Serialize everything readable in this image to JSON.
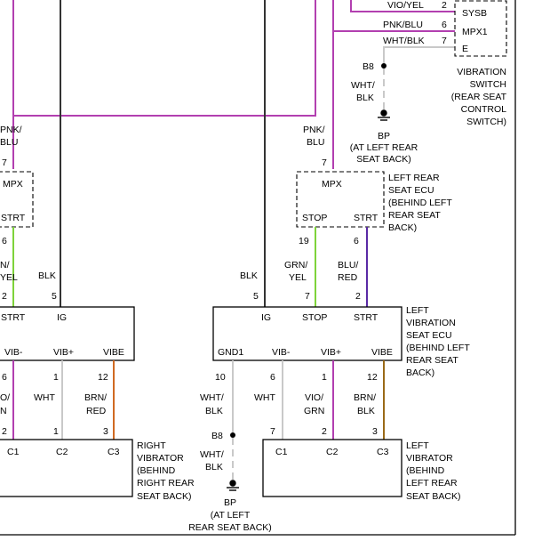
{
  "wires": {
    "vio_yel": "VIO/YEL",
    "pnk_blu": "PNK/BLU",
    "wht_blk": "WHT/BLK",
    "pnk_blu_left": "PNK/",
    "pnk_blu_left2": "BLU",
    "pnk_blu_mid": "PNK/",
    "pnk_blu_mid2": "BLU",
    "blk": "BLK",
    "grn_yel_1": "N/",
    "grn_yel_2": "YEL",
    "grn_yel_c1": "GRN/",
    "grn_yel_c2": "YEL",
    "blu_red_1": "BLU/",
    "blu_red_2": "RED",
    "wht": "WHT",
    "brn_red_1": "BRN/",
    "brn_red_2": "RED",
    "vio_grn_left_1": "O/",
    "vio_grn_left_2": "N",
    "vio_grn_1": "VIO/",
    "vio_grn_2": "GRN",
    "brn_blk_1": "BRN/",
    "brn_blk_2": "BLK",
    "wht_blk_a": "WHT/",
    "wht_blk_b": "BLK"
  },
  "pins": {
    "p2": "2",
    "p6": "6",
    "p7": "7",
    "p5": "5",
    "p19": "19",
    "p1": "1",
    "p12": "12",
    "p3": "3",
    "p10": "10",
    "b8": "B8"
  },
  "switch": {
    "terms": [
      "SYSB",
      "MPX1",
      "E"
    ],
    "label": [
      "VIBRATION",
      "SWITCH",
      "(REAR SEAT",
      "CONTROL",
      "SWITCH)"
    ]
  },
  "ground": {
    "bp": "BP",
    "loc1": "(AT LEFT REAR",
    "loc2": "SEAT BACK)",
    "loc_b1": "(AT LEFT",
    "loc_b2": "REAR SEAT BACK)"
  },
  "ecu_right": {
    "mpx": "MPX",
    "strt": "STRT"
  },
  "ecu_left": {
    "mpx": "MPX",
    "stop": "STOP",
    "strt": "STRT",
    "label": [
      "LEFT REAR",
      "SEAT ECU",
      "(BEHIND LEFT",
      "REAR SEAT",
      "BACK)"
    ]
  },
  "vib_ecu_right": {
    "strt": "STRT",
    "ig": "IG",
    "vibm": "VIB-",
    "vibp": "VIB+",
    "vibe": "VIBE"
  },
  "vib_ecu_left": {
    "ig": "IG",
    "stop": "STOP",
    "strt": "STRT",
    "gnd1": "GND1",
    "vibm": "VIB-",
    "vibp": "VIB+",
    "vibe": "VIBE",
    "label": [
      "LEFT",
      "VIBRATION",
      "SEAT ECU",
      "(BEHIND LEFT",
      "REAR SEAT",
      "BACK)"
    ]
  },
  "vibrator_right": {
    "c1": "C1",
    "c2": "C2",
    "c3": "C3",
    "label": [
      "RIGHT",
      "VIBRATOR",
      "(BEHIND",
      "RIGHT REAR",
      "SEAT BACK)"
    ]
  },
  "vibrator_left": {
    "c1": "C1",
    "c2": "C2",
    "c3": "C3",
    "label": [
      "LEFT",
      "VIBRATOR",
      "(BEHIND",
      "LEFT REAR",
      "SEAT BACK)"
    ]
  },
  "colors": {
    "vio": "#b23fb0",
    "grn": "#7ed33a",
    "blu": "#5a2aa5",
    "wht": "#c9c9c9",
    "brn": "#d06a22",
    "brn_blk": "#9a6a18",
    "blk": "#333333"
  }
}
